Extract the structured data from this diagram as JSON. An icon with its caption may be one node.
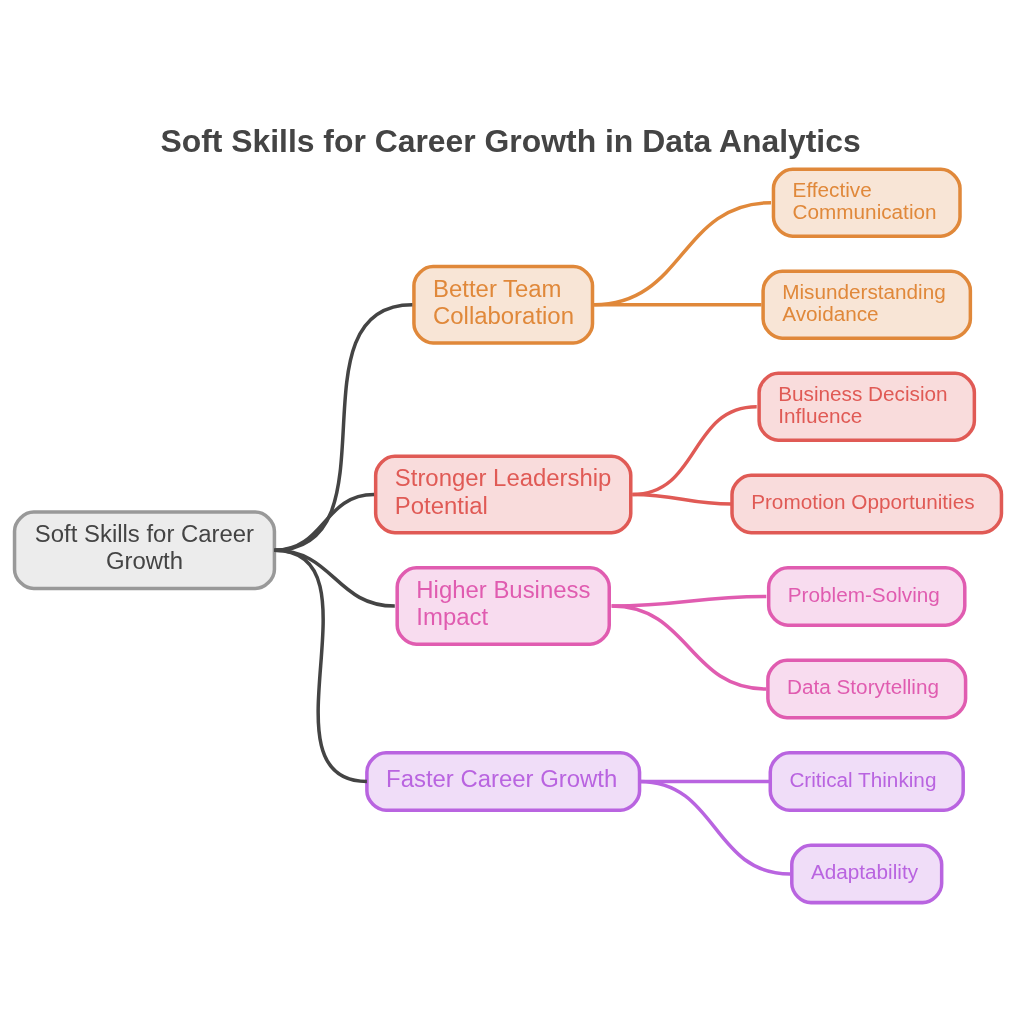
{
  "diagram": {
    "title": "Soft Skills for Career Growth in Data Analytics",
    "nodes": [
      {
        "text": [
          "Soft Skills for Career Growth"
        ]
      },
      {
        "text": [
          "Better Team Collaboration"
        ]
      },
      {
        "text": [
          "Effective Communication"
        ]
      },
      {
        "text": [
          "Misunderstanding Avoidance"
        ]
      },
      {
        "text": [
          "Stronger Leadership Potential"
        ]
      },
      {
        "text": [
          "Business Decision Influence"
        ]
      },
      {
        "text": [
          "Promotion Opportunities"
        ]
      },
      {
        "text": [
          "Higher Business Impact"
        ]
      },
      {
        "text": [
          "Problem-Solving"
        ]
      },
      {
        "text": [
          "Data Storytelling"
        ]
      },
      {
        "text": [
          "Faster Career Growth"
        ]
      },
      {
        "text": [
          "Critical Thinking"
        ]
      },
      {
        "text": [
          "Adaptability"
        ]
      }
    ],
    "edges": [
      {
        "from": 0,
        "to": 1,
        "arrow": "none",
        "color": "#444444"
      },
      {
        "from": 1,
        "to": 2,
        "arrow": "none",
        "color": "#e0883a"
      },
      {
        "from": 1,
        "to": 3,
        "arrow": "none",
        "color": "#e0883a"
      },
      {
        "from": 0,
        "to": 4,
        "arrow": "none",
        "color": "#444444"
      },
      {
        "from": 4,
        "to": 5,
        "arrow": "none",
        "color": "#e05a55"
      },
      {
        "from": 4,
        "to": 6,
        "arrow": "none",
        "color": "#e05a55"
      },
      {
        "from": 0,
        "to": 7,
        "arrow": "none",
        "color": "#444444"
      },
      {
        "from": 7,
        "to": 8,
        "arrow": "none",
        "color": "#e05cb0"
      },
      {
        "from": 7,
        "to": 9,
        "arrow": "none",
        "color": "#e05cb0"
      },
      {
        "from": 0,
        "to": 10,
        "arrow": "none",
        "color": "#444444"
      },
      {
        "from": 10,
        "to": 11,
        "arrow": "none",
        "color": "#b964e0"
      },
      {
        "from": 10,
        "to": 12,
        "arrow": "none",
        "color": "#b964e0"
      }
    ]
  }
}
